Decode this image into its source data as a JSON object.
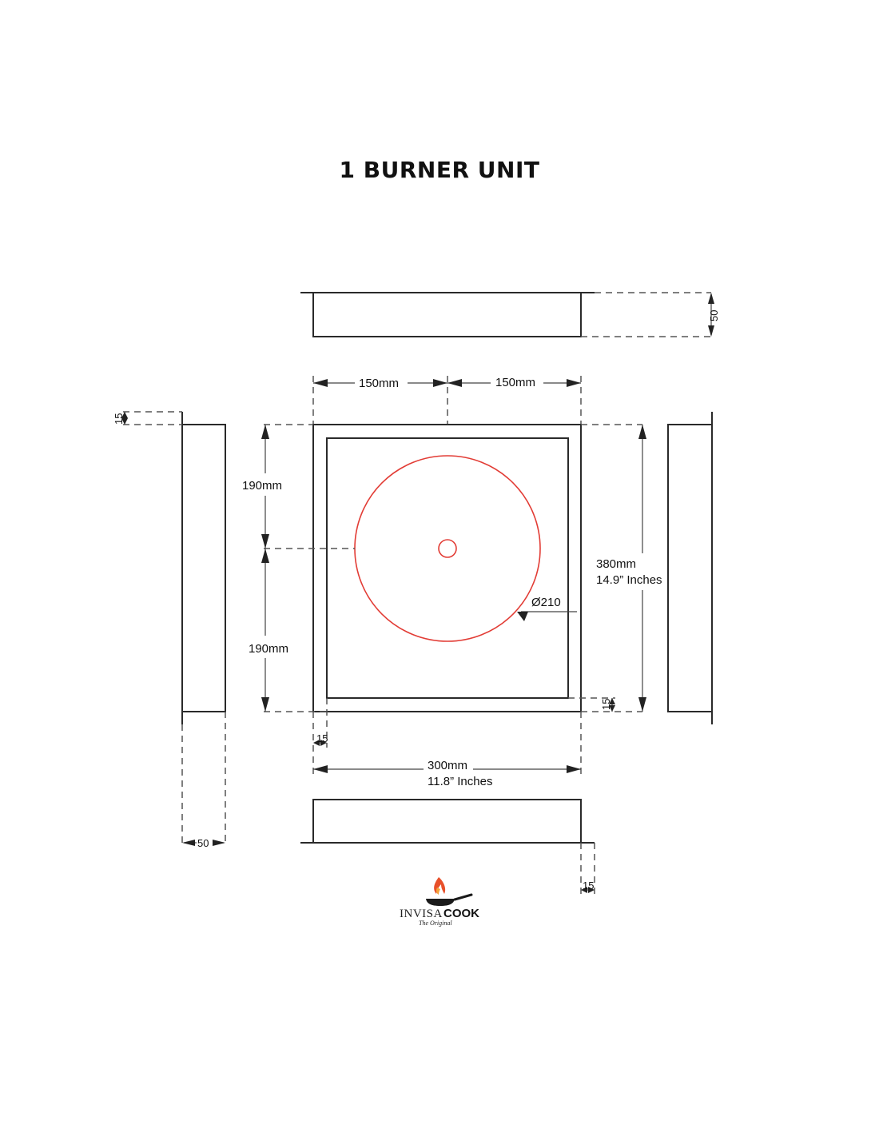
{
  "title": "1 BURNER UNIT",
  "dimensions": {
    "top_half_width": "150mm",
    "top_half_width_2": "150mm",
    "upper_half_height": "190mm",
    "lower_half_height": "190mm",
    "total_height_mm": "380mm",
    "total_height_in": "14.9” Inches",
    "total_width_mm": "300mm",
    "total_width_in": "11.8” Inches",
    "burner_diameter": "Ø210",
    "depth_right": "50",
    "depth_left": "50",
    "flange_top_left": "15",
    "flange_inner_right": "15",
    "flange_inner_bottom": "15",
    "flange_bottom_right": "15"
  },
  "colors": {
    "burner_ring": "#e23c35",
    "linework": "#2a2a2a"
  },
  "logo": {
    "word_a": "INVISA",
    "word_b": "COOK",
    "tagline": "The Original",
    "icon": "flame-pan-icon"
  }
}
